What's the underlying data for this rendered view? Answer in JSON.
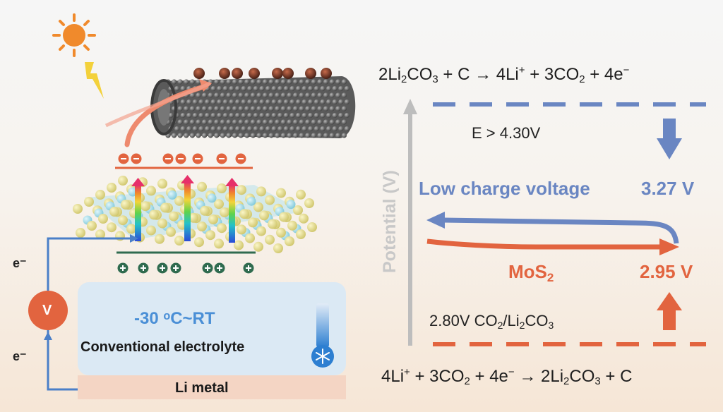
{
  "colors": {
    "blue": "#6a86c2",
    "red": "#e2643f",
    "gray_axis": "#bdbdbd",
    "electrolyte_box": "#dbe9f4",
    "li_metal_bar": "#f4d5c4",
    "sulfur": "#e6df95",
    "molybdenum": "#9fdcea",
    "cnt": "#6a6a6a"
  },
  "icons": [
    "sun-icon",
    "lightning-icon",
    "thermometer-snowflake-icon",
    "voltmeter-icon"
  ],
  "left": {
    "voltmeter": "V",
    "electron_top": "e⁻",
    "electron_bottom": "e⁻",
    "temperature_range": "-30 ᵒC~RT",
    "electrolyte": "Conventional electrolyte",
    "anode": "Li metal"
  },
  "right": {
    "axis_label": "Potential (V)",
    "decomposition_threshold": "E > 4.30V",
    "low_charge_label": "Low charge voltage",
    "charge_voltage": "3.27 V",
    "catalyst_main": "MoS",
    "catalyst_sub": "2",
    "discharge_voltage": "2.95 V",
    "equilibrium_prefix": "2.80V CO",
    "equilibrium_mid": "/Li",
    "equilibrium_sub1": "2",
    "equilibrium_sub2": "2",
    "equilibrium_sub3": "3",
    "equilibrium_end": "CO"
  }
}
